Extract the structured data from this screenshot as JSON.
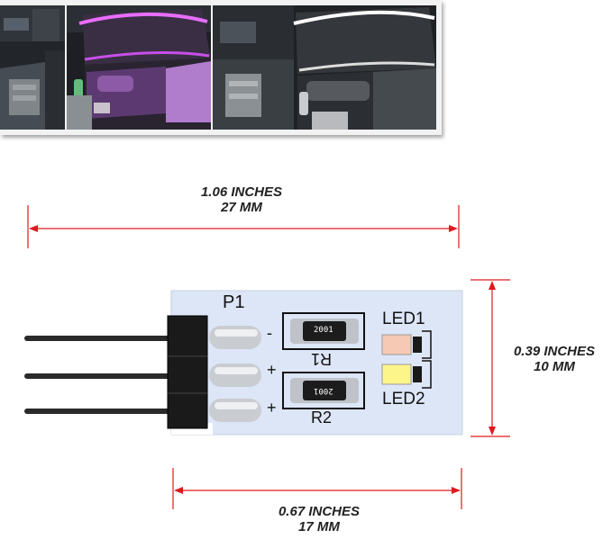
{
  "dimensions": {
    "length": {
      "inches": "1.06 INCHES",
      "mm": "27 MM"
    },
    "height": {
      "inches": "0.39 INCHES",
      "mm": "10 MM"
    },
    "board_length": {
      "inches": "0.67 INCHES",
      "mm": "17 MM"
    },
    "line_color": "#e0191d"
  },
  "board": {
    "connector_label": "P1",
    "pin_signs": [
      "-",
      "+",
      "+"
    ],
    "resistor_1": {
      "label": "R1",
      "code": "2001"
    },
    "resistor_2": {
      "label": "R2",
      "code": "2001"
    },
    "led_1": {
      "label": "LED1",
      "color": "#f6c9b4"
    },
    "led_2": {
      "label": "LED2",
      "color": "#fbf58a"
    },
    "pcb_color": "#dde6f7"
  },
  "photos": [
    {
      "subject": "car-interior-ambient-light-off"
    },
    {
      "subject": "car-door-ambient-light-purple"
    },
    {
      "subject": "car-door-ambient-light-white"
    }
  ]
}
